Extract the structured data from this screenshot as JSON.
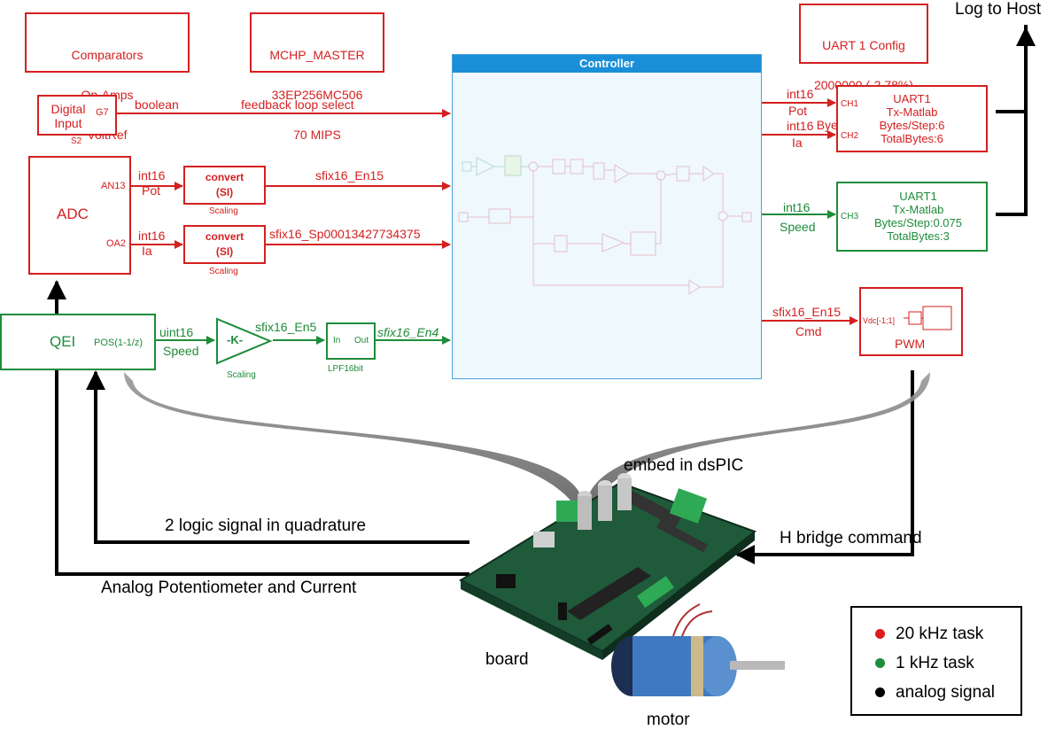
{
  "header": {
    "log_to_host": "Log to Host",
    "comparators": [
      "Comparators",
      "Op-Amps",
      "VoltRef"
    ],
    "master": [
      "MCHP_MASTER",
      "33EP256MC506",
      "70 MIPS"
    ],
    "uart_config": [
      "UART 1 Config",
      "2000000 (-2.78%)",
      "Byes / Step: 9.72"
    ]
  },
  "controller": {
    "title": "Controller"
  },
  "digital_input": {
    "label": [
      "Digital",
      "Input"
    ],
    "pin": "G7",
    "sub": "S2",
    "type": "boolean",
    "signal": "feedback loop select"
  },
  "adc": {
    "label": "ADC",
    "pin1": "AN13",
    "pin2": "OA2",
    "type1": "int16",
    "name1": "Pot",
    "type2": "int16",
    "name2": "Ia"
  },
  "convert": {
    "top": "convert",
    "bottom": "(SI)",
    "sub": "Scaling",
    "out1": "sfix16_En15",
    "out2": "sfix16_Sp00013427734375"
  },
  "qei": {
    "label": "QEI",
    "pin": "POS(1-1/z)",
    "type": "uint16",
    "name": "Speed",
    "gain": "-K-",
    "gain_out": "sfix16_En5",
    "gain_sub": "Scaling",
    "lpf_in": "In",
    "lpf_out": "Out",
    "lpf_sub": "LPF16bit",
    "lpf_signal": "sfix16_En4"
  },
  "uart_red": {
    "ch1_type": "int16",
    "ch1_name": "Pot",
    "ch2_type": "int16",
    "ch2_name": "Ia",
    "ch1": "CH1",
    "ch2": "CH2",
    "lines": [
      "UART1",
      "Tx-Matlab",
      "Bytes/Step:6",
      "TotalBytes:6"
    ]
  },
  "uart_green": {
    "type": "int16",
    "name": "Speed",
    "ch3": "CH3",
    "lines": [
      "UART1",
      "Tx-Matlab",
      "Bytes/Step:0.075",
      "TotalBytes:3"
    ]
  },
  "pwm": {
    "signal": "sfix16_En15",
    "name": "Cmd",
    "pin": "Vdc[-1;1]",
    "label": "PWM"
  },
  "annotations": {
    "embed": "embed in dsPIC",
    "quadrature": "2 logic signal in quadrature",
    "analog": "Analog Potentiometer and Current",
    "hbridge": "H bridge command",
    "board": "board",
    "motor": "motor"
  },
  "legend": {
    "items": [
      {
        "label": "20 kHz task",
        "color": "#e01b1b"
      },
      {
        "label": "1 kHz task",
        "color": "#1e8c3a"
      },
      {
        "label": "analog signal",
        "color": "#000000"
      }
    ]
  }
}
